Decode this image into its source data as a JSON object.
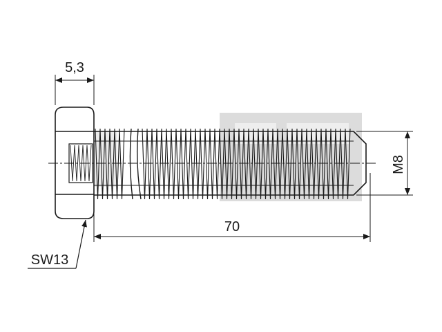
{
  "drawing": {
    "dimensions": {
      "head_height": "5,3",
      "total_length": "70",
      "thread_size": "M8",
      "wrench_size": "SW13"
    },
    "colors": {
      "line": "#1a1a1a",
      "watermark": "#d9d9d9",
      "background": "#ffffff"
    }
  }
}
